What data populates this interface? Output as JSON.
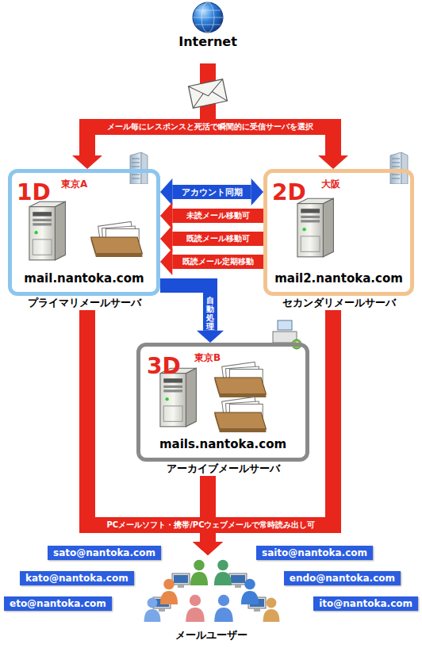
{
  "diagram": {
    "nodes": [
      {
        "text": [
          "Internet"
        ]
      },
      {
        "text": [
          "1D",
          "東京A",
          "mail.nantoka.com",
          "プライマリメールサーバ"
        ]
      },
      {
        "text": [
          "2D",
          "大阪",
          "mail2.nantoka.com",
          "セカンダリメールサーバ"
        ]
      },
      {
        "text": [
          "3D",
          "東京B",
          "mails.nantoka.com",
          "アーカイブメールサーバ"
        ]
      },
      {
        "text": [
          "メールユーザー"
        ]
      },
      {
        "text": [
          "sato@nantoka.com"
        ]
      },
      {
        "text": [
          "saito@nantoka.com"
        ]
      },
      {
        "text": [
          "kato@nantoka.com"
        ]
      },
      {
        "text": [
          "endo@nantoka.com"
        ]
      },
      {
        "text": [
          "eto@nantoka.com"
        ]
      },
      {
        "text": [
          "ito@nantoka.com"
        ]
      }
    ],
    "edges": [
      {
        "from": 0,
        "to": 1,
        "arrow": "to",
        "label": "メール毎にレスポンスと死活で瞬間的に受信サーバを選択"
      },
      {
        "from": 0,
        "to": 2,
        "arrow": "to"
      },
      {
        "from": 1,
        "to": 2,
        "arrow": "both",
        "label": "アカウント同期"
      },
      {
        "from": 2,
        "to": 1,
        "arrow": "to",
        "label": "未読メール移動可"
      },
      {
        "from": 2,
        "to": 1,
        "arrow": "to",
        "label": "既読メール移動可"
      },
      {
        "from": 2,
        "to": 1,
        "arrow": "to",
        "label": "既読メール定期移動"
      },
      {
        "from": 1,
        "to": 3,
        "arrow": "to",
        "label": "自動処理"
      },
      {
        "from": 1,
        "to": 4,
        "arrow": "to"
      },
      {
        "from": 2,
        "to": 4,
        "arrow": "to"
      },
      {
        "from": 3,
        "to": 4,
        "arrow": "to",
        "label": "PCメールソフト・携帯/PCウェブメールで常時読み出し可"
      }
    ]
  }
}
